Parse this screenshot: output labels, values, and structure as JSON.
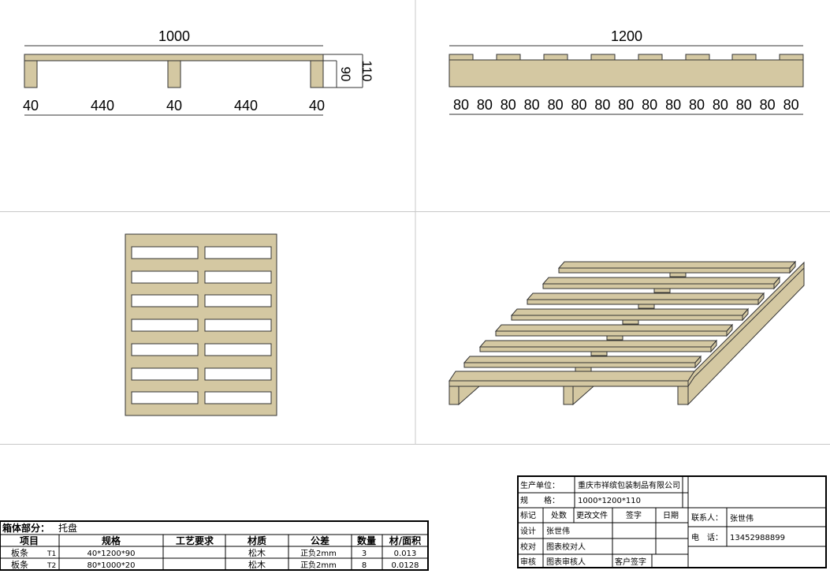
{
  "colors": {
    "wood": "#d4c8a2",
    "stroke": "#333333",
    "frame_line": "#c8c8c8"
  },
  "front_view": {
    "overall_width": "1000",
    "height_total": "110",
    "height_deck": "90",
    "segments": [
      "40",
      "440",
      "40",
      "440",
      "40"
    ]
  },
  "side_view": {
    "overall_width": "1200",
    "segments": [
      "80",
      "80",
      "80",
      "80",
      "80",
      "80",
      "80",
      "80",
      "80",
      "80",
      "80",
      "80",
      "80",
      "80",
      "80"
    ]
  },
  "bom": {
    "section_label": "箱体部分：",
    "section_value": "托盘",
    "headers": [
      "项目",
      "规格",
      "工艺要求",
      "材质",
      "公差",
      "数量",
      "材/面积"
    ],
    "rows": [
      {
        "item": "板条",
        "code": "T1",
        "spec": "40*1200*90",
        "process": "",
        "material": "松木",
        "tolerance": "正负2mm",
        "qty": "3",
        "area": "0.013"
      },
      {
        "item": "板条",
        "code": "T2",
        "spec": "80*1000*20",
        "process": "",
        "material": "松木",
        "tolerance": "正负2mm",
        "qty": "8",
        "area": "0.0128"
      }
    ]
  },
  "title_block": {
    "producer_label": "生产单位：",
    "producer_value": "重庆市祥缤包装制品有限公司",
    "spec_label": "规　　格：",
    "spec_value": "1000*1200*110",
    "mark_label": "标记",
    "count_label": "处数",
    "change_label": "更改文件",
    "sign_label": "签字",
    "date_label": "日期",
    "design_label": "设计",
    "design_value": "张世伟",
    "check_label": "校对",
    "check_value": "图表校对人",
    "review_label": "审核",
    "review_value": "图表审核人",
    "customer_sign": "客户签字",
    "contact_label": "联系人：",
    "contact_value": "张世伟",
    "phone_label": "电　话：",
    "phone_value": "13452988899"
  }
}
